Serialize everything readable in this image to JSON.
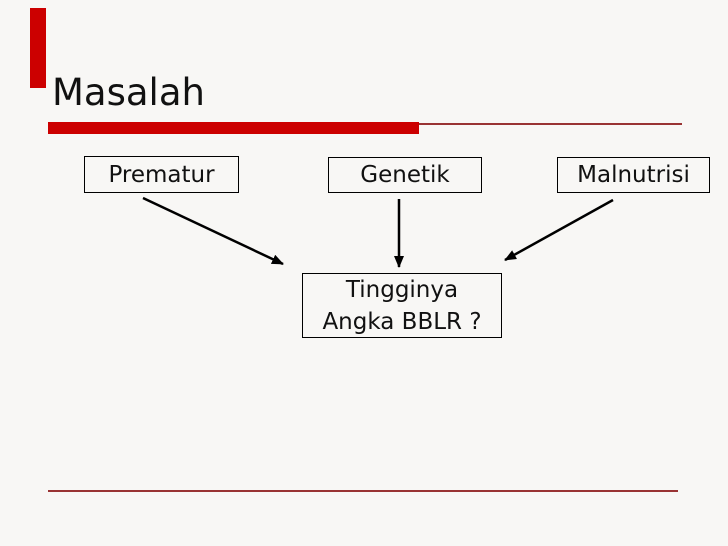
{
  "slide": {
    "title": "Masalah",
    "colors": {
      "accent": "#cc0000",
      "rule": "#993333",
      "background": "#f8f7f5",
      "ink": "#111111"
    }
  },
  "diagram": {
    "causes": [
      {
        "label": "Prematur"
      },
      {
        "label": "Genetik"
      },
      {
        "label": "Malnutrisi"
      }
    ],
    "effect": {
      "line1": "Tingginya",
      "line2": "Angka BBLR ?"
    }
  }
}
